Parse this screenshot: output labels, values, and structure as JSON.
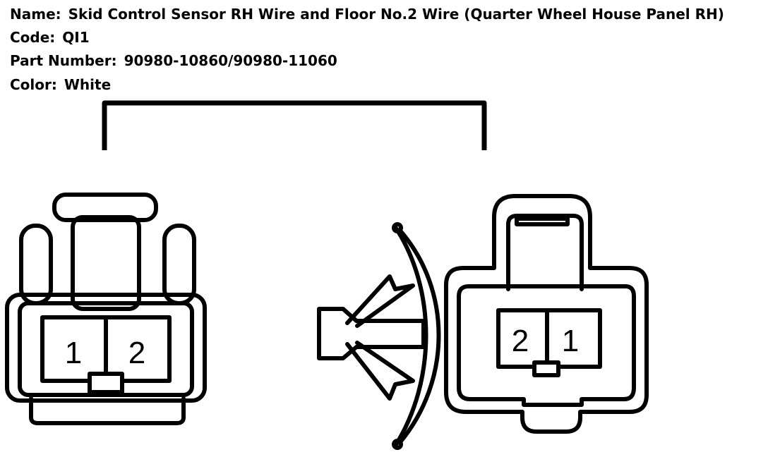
{
  "header": {
    "name_label": "Name:",
    "name_value": "Skid Control Sensor RH Wire and Floor No.2 Wire (Quarter Wheel House Panel RH)",
    "code_label": "Code:",
    "code_value": "QI1",
    "part_label": "Part Number:",
    "part_value": "90980-10860/90980-11060",
    "color_label": "Color:",
    "color_value": "White"
  },
  "left_connector": {
    "pins": [
      "1",
      "2"
    ]
  },
  "right_connector": {
    "pins": [
      "2",
      "1"
    ]
  },
  "colors": {
    "line": "#000000",
    "background": "#ffffff"
  }
}
